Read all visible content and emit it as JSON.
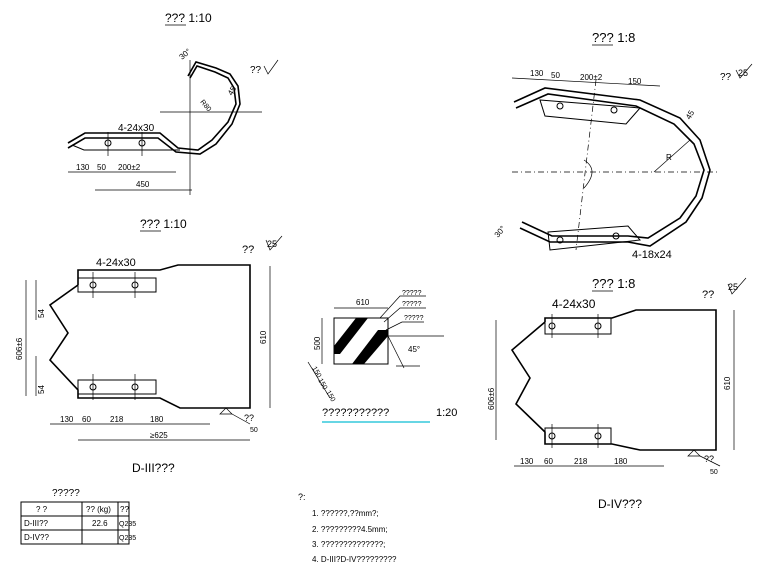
{
  "views": {
    "top_left_title": "??? 1:10",
    "top_right_title": "??? 1:8",
    "mid_left_title": "??? 1:10",
    "mid_right_title": "??? 1:8",
    "detail_title": "???????????",
    "detail_scale": "1:20",
    "d3_caption": "D-III???",
    "d4_caption": "D-IV???"
  },
  "roughness": {
    "r1": "??",
    "r2": "??",
    "r3": "??",
    "r4": "??",
    "value25": "25"
  },
  "dims": {
    "tl_130": "130",
    "tl_50": "50",
    "tl_200": "200±2",
    "tl_450": "450",
    "tl_holes": "4-24x30",
    "tl_30": "30°",
    "tl_45": "45",
    "tl_r": "R80",
    "tr_130": "130",
    "tr_50": "50",
    "tr_200": "200±2",
    "tr_150": "150",
    "tr_45": "45",
    "tr_r": "R",
    "tr_30": "30°",
    "tr_holes": "4-18x24",
    "ml_holes": "4-24x30",
    "ml_606": "606±6",
    "ml_54a": "54",
    "ml_54b": "54",
    "ml_130": "130",
    "ml_60": "60",
    "ml_218": "218",
    "ml_180": "180",
    "ml_625": "≥625",
    "ml_610": "610",
    "ml_50": "50",
    "mr_holes": "4-24x30",
    "mr_606": "606±6",
    "mr_130": "130",
    "mr_60": "60",
    "mr_218": "218",
    "mr_180": "180",
    "mr_610": "610",
    "mr_50": "50",
    "dt_610": "610",
    "dt_500": "500",
    "dt_45": "45°",
    "dt_a": "150",
    "dt_b": "150",
    "dt_c": "150",
    "dt_lbl1": "?????",
    "dt_lbl2": "?????",
    "dt_lbl3": "?????"
  },
  "table": {
    "title": "?????",
    "headers": [
      "? ?",
      "?? (kg)",
      "??"
    ],
    "rows": [
      [
        "D-III??",
        "22.6",
        "Q235"
      ],
      [
        "D-IV??",
        "",
        "Q235"
      ]
    ]
  },
  "notes": {
    "title": "?:",
    "items": [
      "1. ??????,??mm?;",
      "2. ?????????4.5mm;",
      "3. ??????????????;",
      "4. D-III?D-IV?????????"
    ]
  }
}
